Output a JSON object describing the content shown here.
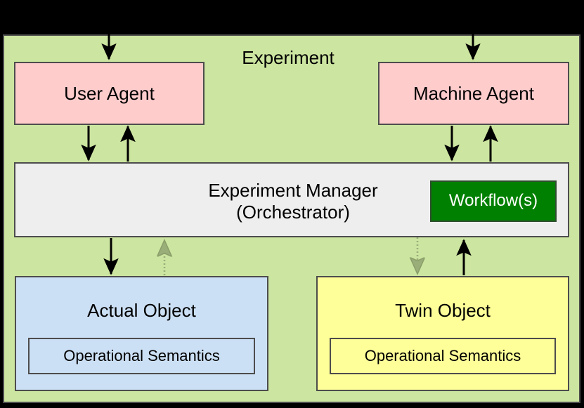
{
  "diagram": {
    "title": "Experiment",
    "background_color": "#000000",
    "container_color": "#CCE5A0",
    "container_border": "#4D4D4D"
  },
  "agents": {
    "user_agent": {
      "label": "User Agent",
      "color": "#FFCCCC"
    },
    "machine_agent": {
      "label": "Machine Agent",
      "color": "#FFCCCC"
    }
  },
  "manager": {
    "line1": "Experiment Manager",
    "line2": "(Orchestrator)",
    "color": "#EEEEEE",
    "workflow": {
      "label": "Workflow(s)",
      "color": "#008000",
      "text_color": "#FFFFFF"
    }
  },
  "objects": {
    "actual": {
      "title": "Actual Object",
      "color": "#CCE0F5",
      "semantics": "Operational Semantics"
    },
    "twin": {
      "title": "Twin Object",
      "color": "#FFFF99",
      "semantics": "Operational Semantics"
    }
  },
  "connectors": [
    {
      "name": "external-to-user-agent",
      "style": "solid",
      "color": "#000000",
      "direction": "down"
    },
    {
      "name": "external-to-machine-agent",
      "style": "solid",
      "color": "#000000",
      "direction": "down"
    },
    {
      "name": "user-agent-to-manager",
      "style": "solid",
      "color": "#000000",
      "direction": "down"
    },
    {
      "name": "manager-to-user-agent",
      "style": "solid",
      "color": "#000000",
      "direction": "up"
    },
    {
      "name": "machine-agent-to-manager",
      "style": "solid",
      "color": "#000000",
      "direction": "down"
    },
    {
      "name": "manager-to-machine-agent",
      "style": "solid",
      "color": "#000000",
      "direction": "up"
    },
    {
      "name": "manager-to-actual-object",
      "style": "solid",
      "color": "#000000",
      "direction": "down"
    },
    {
      "name": "actual-object-to-manager",
      "style": "dotted",
      "color": "#99AA77",
      "direction": "up"
    },
    {
      "name": "manager-to-twin-object",
      "style": "dotted",
      "color": "#99AA77",
      "direction": "down"
    },
    {
      "name": "twin-object-to-manager",
      "style": "solid",
      "color": "#000000",
      "direction": "up"
    }
  ]
}
